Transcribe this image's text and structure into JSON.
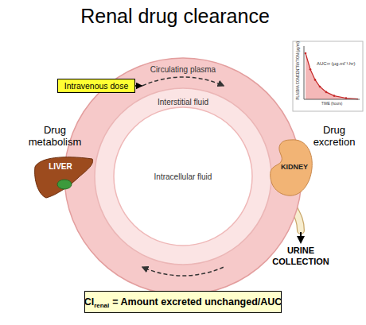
{
  "diagram": {
    "title": "Renal drug clearance",
    "nodes": [
      {
        "text": [
          "Circulating plasma"
        ]
      },
      {
        "text": [
          "Interstitial fluid"
        ],
        "in": 0
      },
      {
        "text": [
          "Intracellular fluid"
        ],
        "in": 1
      },
      {
        "text": [
          "Intravenous dose"
        ]
      },
      {
        "text": [
          "LIVER"
        ]
      },
      {
        "text": [
          "KIDNEY"
        ]
      },
      {
        "text": [
          "Cl",
          "renal",
          "= Amount excreted unchanged/AUC"
        ]
      }
    ],
    "edges": [
      {
        "from": 3,
        "to": 0,
        "arrow": "to"
      }
    ],
    "labels": [
      "PLASMA CONCENTRATION (µg/ml)",
      "AUC∞ (µg.ml⁻¹.hr)",
      "TIME (hours)",
      "Drug metabolism",
      "Drug excretion",
      "URINE COLLECTION"
    ]
  }
}
